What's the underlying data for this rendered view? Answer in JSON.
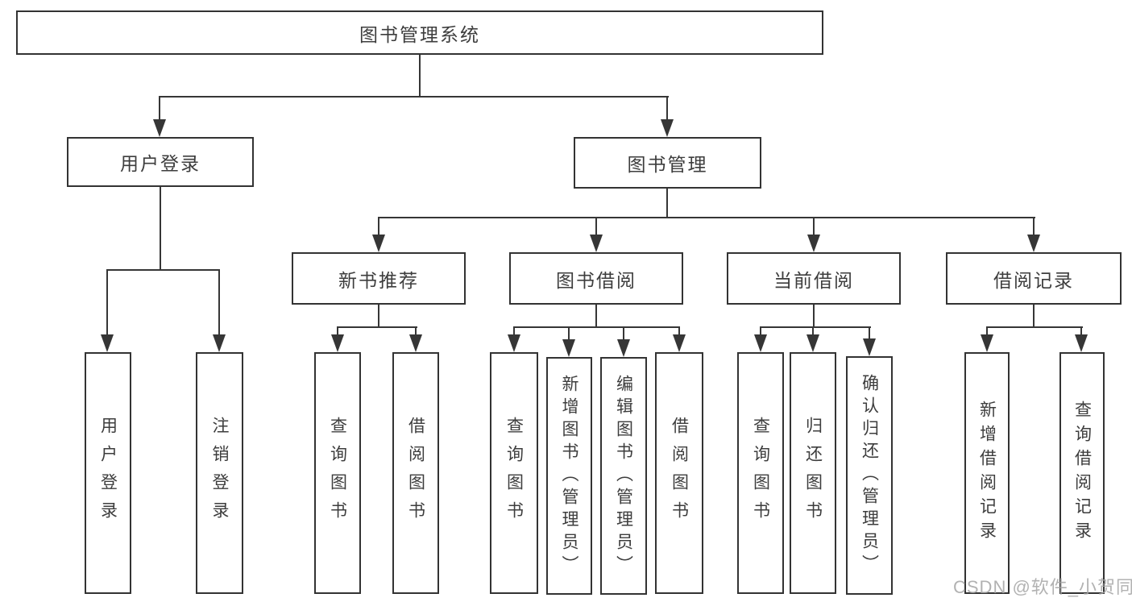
{
  "page": {
    "background": "#ffffff",
    "watermark": {
      "text": "CSDN @软件_小贺同学",
      "color": "#a5a5a5"
    }
  },
  "colors": {
    "line": "#363636",
    "box_border": "#333333",
    "text": "#3d3d3d"
  },
  "tree": {
    "root": {
      "label": "图书管理系统",
      "children": [
        {
          "label": "用户登录",
          "children": [
            {
              "label": "用户登录"
            },
            {
              "label": "注销登录"
            }
          ]
        },
        {
          "label": "图书管理",
          "children": [
            {
              "label": "新书推荐",
              "children": [
                {
                  "label": "查询图书"
                },
                {
                  "label": "借阅图书"
                }
              ]
            },
            {
              "label": "图书借阅",
              "children": [
                {
                  "label": "查询图书"
                },
                {
                  "label": "新增图书（管理员）"
                },
                {
                  "label": "编辑图书（管理员）"
                },
                {
                  "label": "借阅图书"
                }
              ]
            },
            {
              "label": "当前借阅",
              "children": [
                {
                  "label": "查询图书"
                },
                {
                  "label": "归还图书"
                },
                {
                  "label": "确认归还（管理员）"
                }
              ]
            },
            {
              "label": "借阅记录",
              "children": [
                {
                  "label": "新增借阅记录"
                },
                {
                  "label": "查询借阅记录"
                }
              ]
            }
          ]
        }
      ]
    }
  }
}
